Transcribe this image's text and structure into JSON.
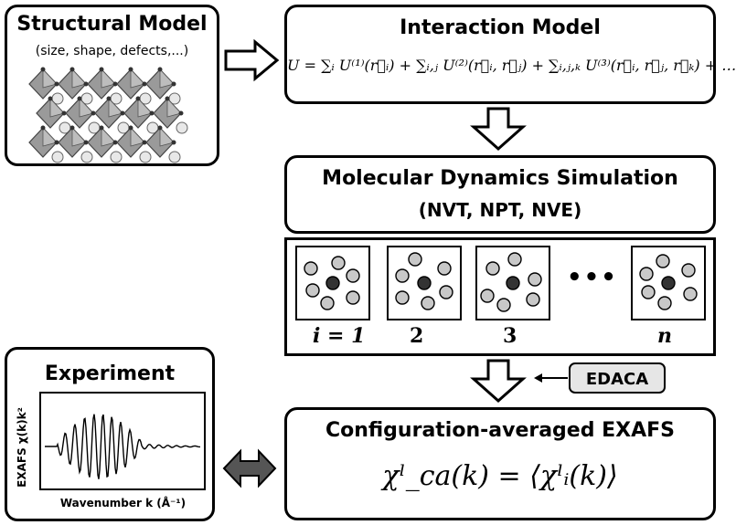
{
  "structural_model": {
    "title": "Structural Model",
    "subtitle": "(size, shape, defects,...)"
  },
  "interaction_model": {
    "title": "Interaction Model",
    "equation": "U = ∑ᵢ U⁽¹⁾(r⃗ᵢ) + ∑ᵢ,ⱼ U⁽²⁾(r⃗ᵢ, r⃗ⱼ) + ∑ᵢ,ⱼ,ₖ U⁽³⁾(r⃗ᵢ, r⃗ⱼ, r⃗ₖ) + …"
  },
  "md_simulation": {
    "title": "Molecular Dynamics Simulation",
    "ensembles": "(NVT, NPT, NVE)"
  },
  "snapshots": {
    "labels": [
      "i = 1",
      "2",
      "3",
      "n"
    ],
    "ellipsis": "•••"
  },
  "edaca": {
    "label": "EDACA"
  },
  "experiment": {
    "title": "Experiment",
    "ylabel": "EXAFS χ(k)k²",
    "xlabel": "Wavenumber k (Å⁻¹)"
  },
  "config_averaged": {
    "title": "Configuration-averaged EXAFS",
    "equation": "χˡ_ca(k) = ⟨χˡᵢ(k)⟩"
  },
  "colors": {
    "double_arrow": "#555555",
    "edaca_fill": "#e6e6e6",
    "center_atom": "#333333",
    "neighbor_atom": "#c8c8c8",
    "crystal_gray": "#9a9a9a"
  }
}
